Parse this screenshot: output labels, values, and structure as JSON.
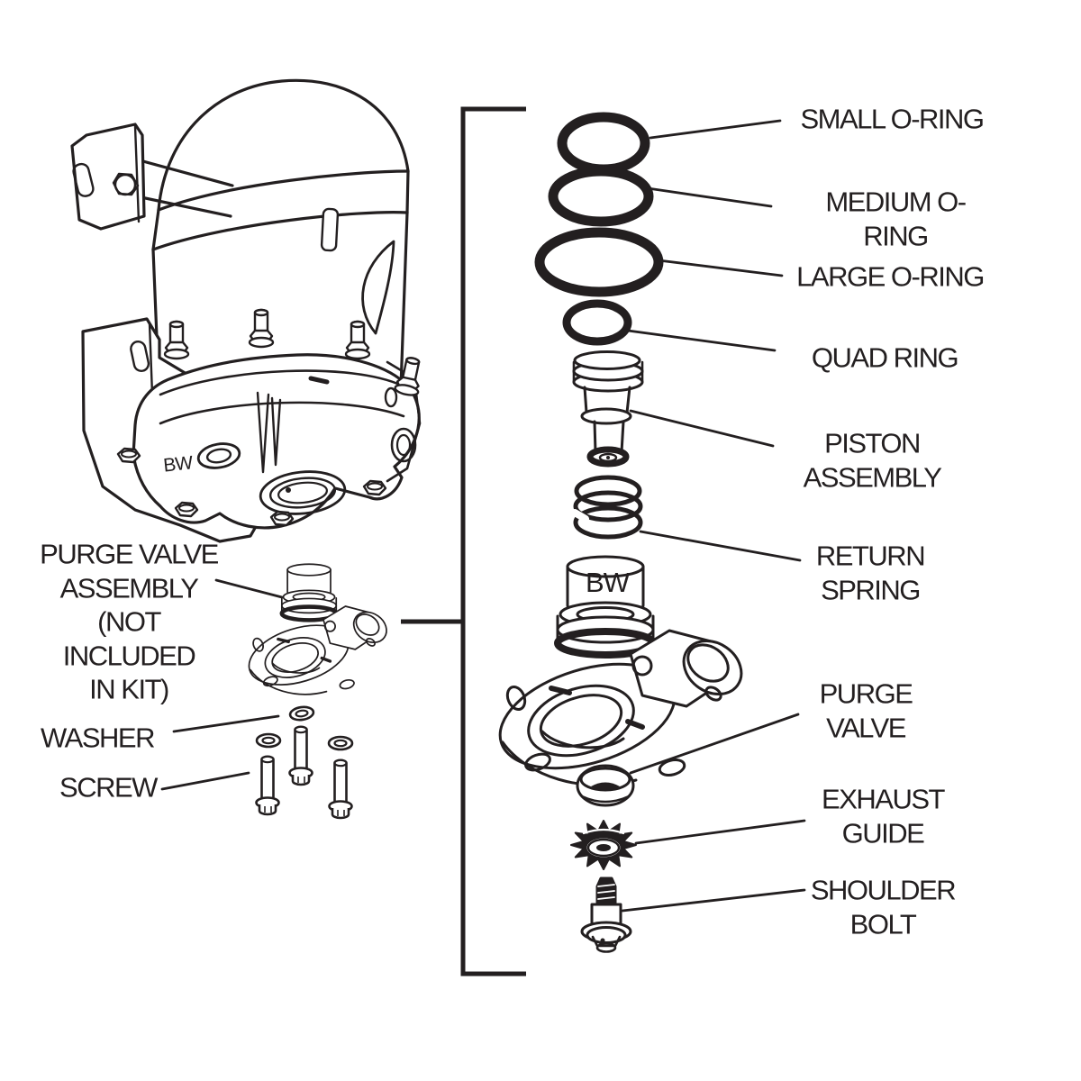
{
  "figure": {
    "background": "#ffffff",
    "ink": "#231f20",
    "type": "exploded-parts-diagram",
    "subject": "air dryer purge valve service kit"
  },
  "markings": {
    "brand": "BW"
  },
  "callouts": {
    "small_o_ring": "SMALL O-RING",
    "medium_o_ring": "MEDIUM O-RING",
    "large_o_ring": "LARGE O-RING",
    "quad_ring": "QUAD RING",
    "piston_assembly": "PISTON\nASSEMBLY",
    "return_spring": "RETURN\nSPRING",
    "purge_valve": "PURGE\nVALVE",
    "exhaust_guide": "EXHAUST\nGUIDE",
    "shoulder_bolt": "SHOULDER\nBOLT",
    "purge_valve_assembly_note": "PURGE VALVE\nASSEMBLY\n(NOT\nINCLUDED\nIN KIT)",
    "washer": "WASHER",
    "screw": "SCREW"
  }
}
